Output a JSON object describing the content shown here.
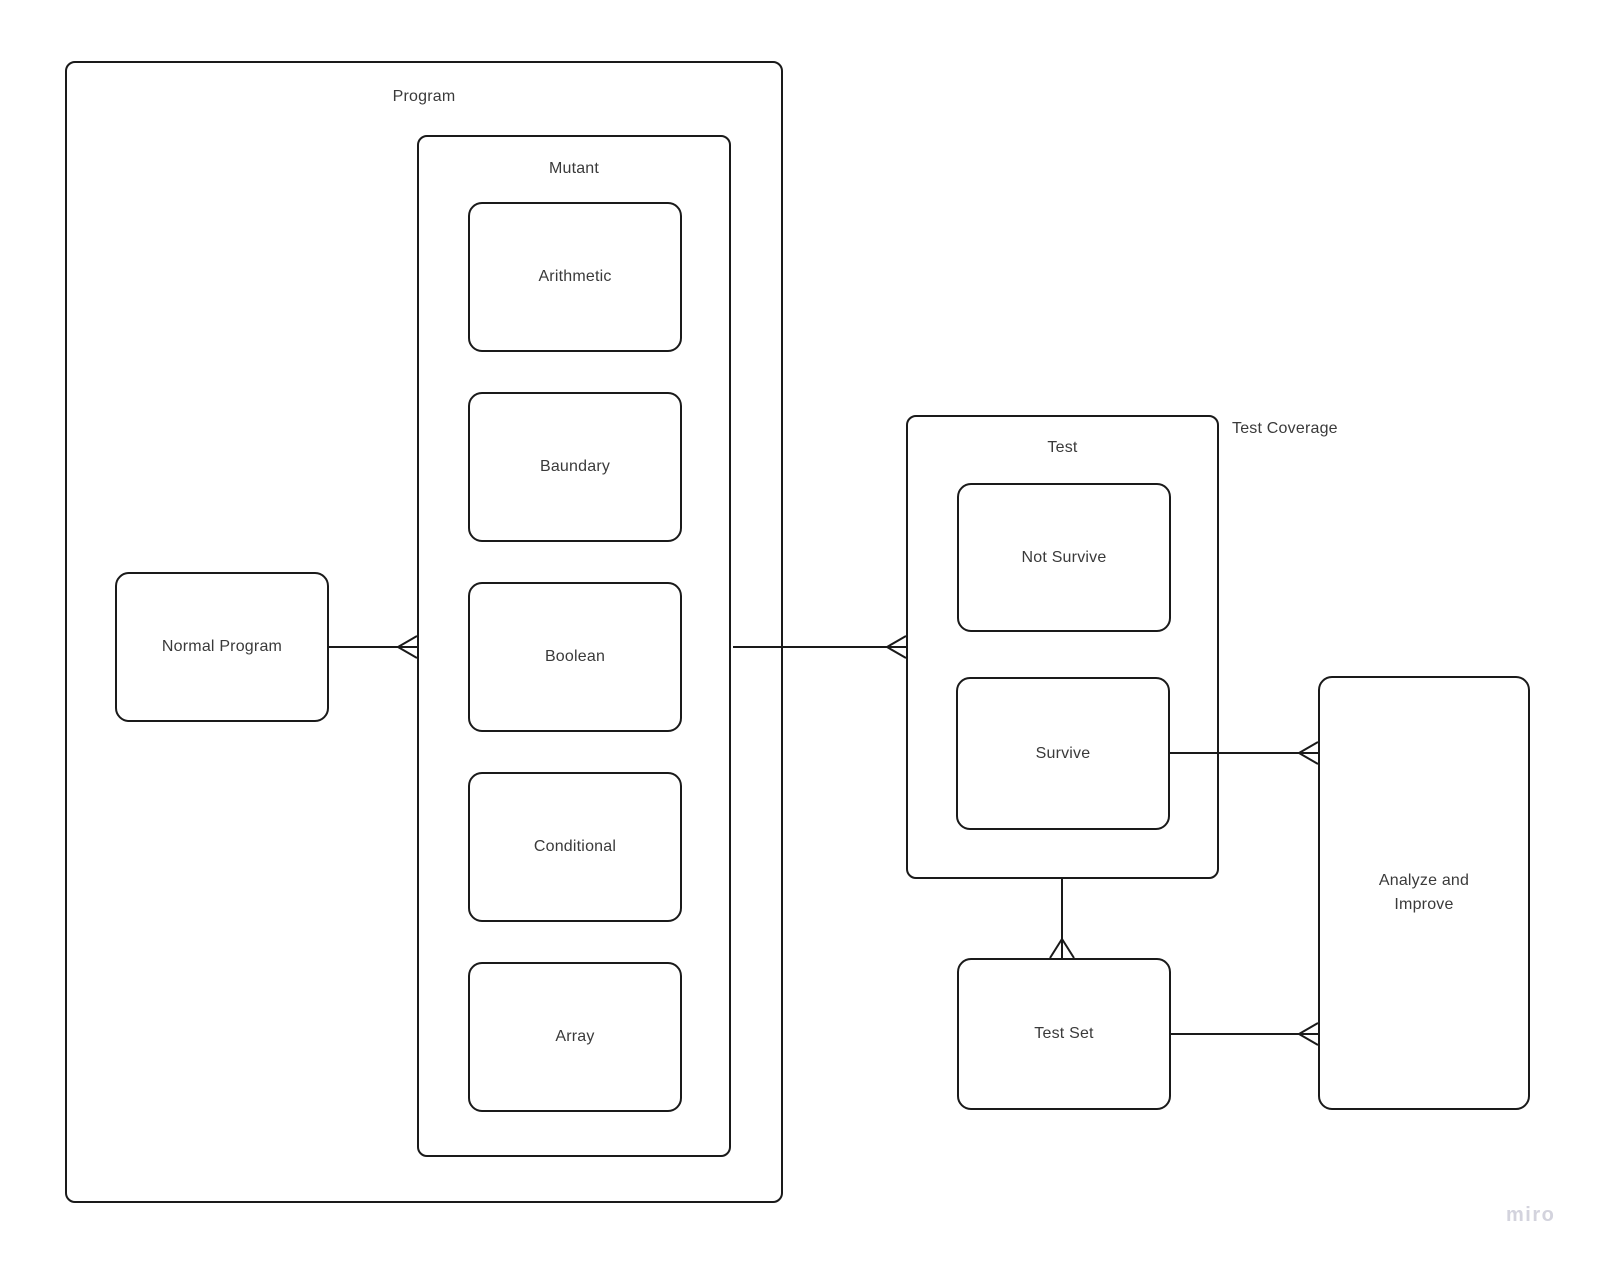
{
  "diagram": {
    "containers": {
      "program": {
        "label": "Program"
      },
      "mutant": {
        "label": "Mutant"
      },
      "test": {
        "label": "Test"
      }
    },
    "nodes": {
      "normal_program": {
        "label": "Normal Program"
      },
      "arithmetic": {
        "label": "Arithmetic"
      },
      "baundary": {
        "label": "Baundary"
      },
      "boolean": {
        "label": "Boolean"
      },
      "conditional": {
        "label": "Conditional"
      },
      "array": {
        "label": "Array"
      },
      "not_survive": {
        "label": "Not Survive"
      },
      "survive": {
        "label": "Survive"
      },
      "test_set": {
        "label": "Test Set"
      },
      "analyze_improve": {
        "label": "Analyze and Improve"
      }
    },
    "annotations": {
      "test_coverage": "Test Coverage"
    },
    "edges": [
      {
        "from": "Normal Program",
        "to": "Mutant frame",
        "marker_at_target": "crow-foot"
      },
      {
        "from": "Mutant frame",
        "to": "Test frame",
        "marker_at_target": "crow-foot"
      },
      {
        "from": "Survive",
        "to": "Analyze and Improve",
        "marker_at_target": "crow-foot"
      },
      {
        "from": "Test frame",
        "to": "Test Set",
        "marker_at_target": "crow-foot"
      },
      {
        "from": "Test Set",
        "to": "Analyze and Improve",
        "marker_at_target": "crow-foot"
      }
    ],
    "colors": {
      "background": "#ffffff",
      "stroke": "#1a1a1a",
      "text": "#3a3a3a",
      "watermark": "#d3d3dd"
    }
  },
  "watermark": {
    "label": "miro"
  }
}
